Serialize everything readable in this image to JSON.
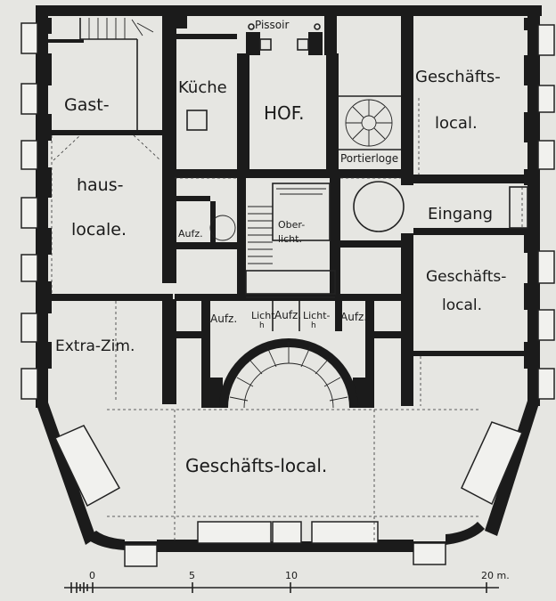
{
  "rooms": {
    "pissoir": "Pissoir",
    "gast": "Gast-",
    "haus": "haus-",
    "locale": "locale.",
    "kueche": "Küche",
    "hof": "HOF.",
    "portierloge": "Portierloge",
    "geschaefts_1": "Geschäfts-",
    "local_1": "local.",
    "eingang": "Eingang",
    "geschaefts_2": "Geschäfts-",
    "local_2": "local.",
    "aufz_1": "Aufz.",
    "oberlicht_1": "Ober-",
    "oberlicht_2": "licht.",
    "aufz_2": "Aufz.",
    "licht_1": "Licht-",
    "licht_1b": "h",
    "aufz_3": "Aufz.",
    "licht_2": "Licht-",
    "licht_2b": "h",
    "aufz_4": "Aufz.",
    "extra": "Extra-Zim.",
    "geschaefts_local": "Geschäfts-local."
  },
  "scale": {
    "labels": [
      "0",
      "5",
      "10",
      "20 m."
    ],
    "unit": "m"
  }
}
